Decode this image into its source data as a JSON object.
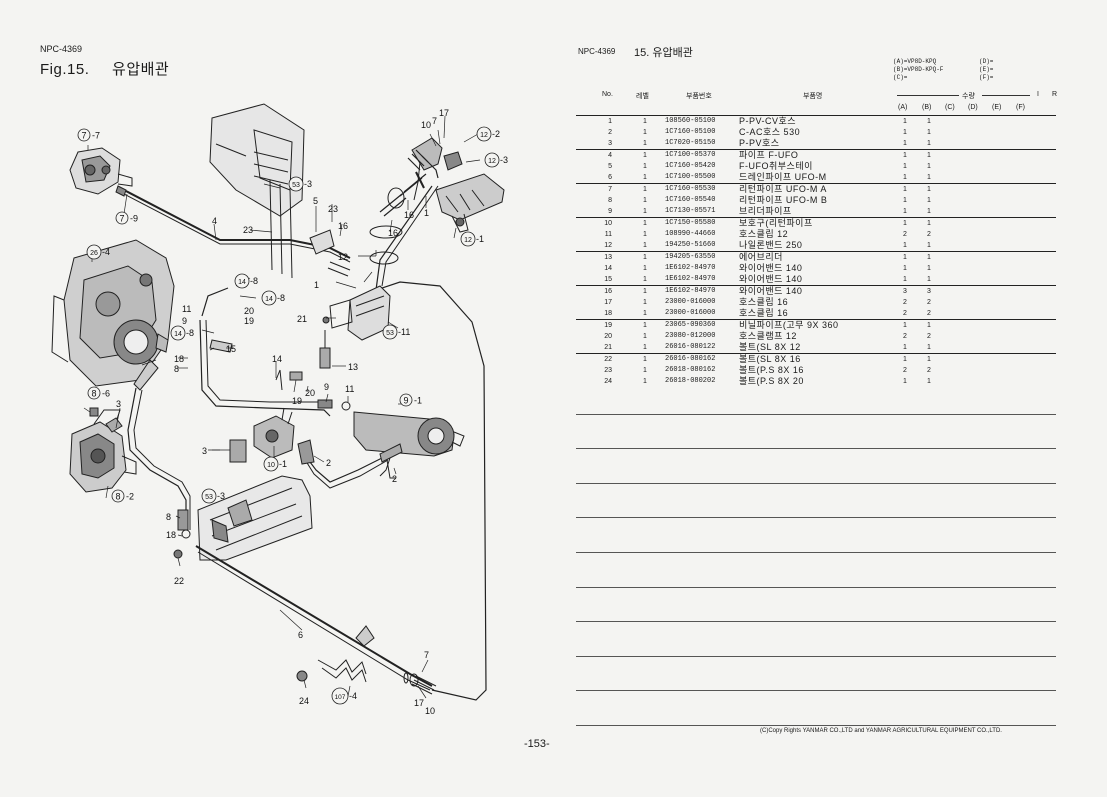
{
  "left": {
    "doc_code": "NPC-4369",
    "fig_label": "Fig.15.",
    "fig_title": "유압배관"
  },
  "diagram_labels": {
    "c7_7": "7",
    "c7_7s": "-7",
    "c7_9": "7",
    "c7_9s": "-9",
    "c26_4": "26",
    "c26_4s": "-4",
    "c14_8a": "14",
    "c14_8as": "-8",
    "c14_8b": "14",
    "c14_8bs": "-8",
    "c14_8c": "14",
    "c14_8cs": "-8",
    "c8_6": "8",
    "c8_6s": "-6",
    "c8_2": "8",
    "c8_2s": "-2",
    "c53_3a": "53",
    "c53_3as": "-3",
    "c53_3b": "53",
    "c53_3bs": "-3",
    "c53_11": "53",
    "c53_11s": "-11",
    "c12_2": "12",
    "c12_2s": "-2",
    "c12_3": "12",
    "c12_3s": "-3",
    "c12_1": "12",
    "c12_1s": "-1",
    "c10_1": "10",
    "c10_1s": "-1",
    "c9_1": "9",
    "c9_1s": "-1",
    "c107_4": "107",
    "c107_4s": "-4",
    "n4": "4",
    "n23a": "23",
    "n5": "5",
    "n23b": "23",
    "n16a": "16",
    "n16b": "16",
    "n16c": "16",
    "n1a": "1",
    "n1b": "1",
    "n10a": "10",
    "n7a": "7",
    "n17a": "17",
    "n12": "12",
    "n21": "21",
    "n11a": "11",
    "n9a": "9",
    "n20a": "20",
    "n19a": "19",
    "n18a": "18",
    "n8a": "8",
    "n15": "15",
    "n14": "14",
    "n13": "13",
    "n20b": "20",
    "n19b": "19",
    "n9b": "9",
    "n11b": "11",
    "n3a": "3",
    "n3b": "3",
    "n2a": "2",
    "n2b": "2",
    "n8b": "8",
    "n18b": "18",
    "n22": "22",
    "n6": "6",
    "n7b": "7",
    "n24": "24",
    "n17b": "17",
    "n10b": "10"
  },
  "right": {
    "doc_code": "NPC-4369",
    "section_title": "15.  유압배관",
    "model_codes": [
      {
        "left": "(A)=VP8D-KPQ",
        "right": "(D)="
      },
      {
        "left": "(B)=VP8D-KPQ-F",
        "right": "(E)="
      },
      {
        "left": "(C)=",
        "right": "(F)="
      }
    ],
    "headers": {
      "no": "No.",
      "level": "레벨",
      "part_number": "부품번호",
      "part_name": "부품명",
      "qty": "수량",
      "i": "I",
      "r": "R",
      "cols": [
        "(A)",
        "(B)",
        "(C)",
        "(D)",
        "(E)",
        "(F)"
      ]
    },
    "groups": [
      [
        {
          "no": "1",
          "level": "1",
          "part_no": "108560-05100",
          "name": "P-PV-CV호스",
          "qa": "1",
          "qb": "1"
        },
        {
          "no": "2",
          "level": "1",
          "part_no": "1C7160-05100",
          "name": "C-AC호스 530",
          "qa": "1",
          "qb": "1"
        },
        {
          "no": "3",
          "level": "1",
          "part_no": "1C7020-05150",
          "name": "P-PV호스",
          "qa": "1",
          "qb": "1"
        }
      ],
      [
        {
          "no": "4",
          "level": "1",
          "part_no": "1C7100-05370",
          "name": "파이프 F-UFO",
          "qa": "1",
          "qb": "1"
        },
        {
          "no": "5",
          "level": "1",
          "part_no": "1C7160-05420",
          "name": "F-UFO취부스테이",
          "qa": "1",
          "qb": "1"
        },
        {
          "no": "6",
          "level": "1",
          "part_no": "1C7100-05500",
          "name": "드레인파이프 UFO-M",
          "qa": "1",
          "qb": "1"
        }
      ],
      [
        {
          "no": "7",
          "level": "1",
          "part_no": "1C7160-05530",
          "name": "리턴파이프 UFO-M A",
          "qa": "1",
          "qb": "1"
        },
        {
          "no": "8",
          "level": "1",
          "part_no": "1C7160-05540",
          "name": "리턴파이프 UFO-M B",
          "qa": "1",
          "qb": "1"
        },
        {
          "no": "9",
          "level": "1",
          "part_no": "1C7130-05571",
          "name": "브리더파이프",
          "qa": "1",
          "qb": "1"
        }
      ],
      [
        {
          "no": "10",
          "level": "1",
          "part_no": "1C7150-05580",
          "name": "보호구(리턴파이프",
          "qa": "1",
          "qb": "1"
        },
        {
          "no": "11",
          "level": "1",
          "part_no": "108990-44660",
          "name": "호스클립 12",
          "qa": "2",
          "qb": "2"
        },
        {
          "no": "12",
          "level": "1",
          "part_no": "194250-51660",
          "name": "나일론밴드 250",
          "qa": "1",
          "qb": "1"
        }
      ],
      [
        {
          "no": "13",
          "level": "1",
          "part_no": "194205-63550",
          "name": "에어브리더",
          "qa": "1",
          "qb": "1"
        },
        {
          "no": "14",
          "level": "1",
          "part_no": "1E6102-84970",
          "name": "와이어밴드 140",
          "qa": "1",
          "qb": "1"
        },
        {
          "no": "15",
          "level": "1",
          "part_no": "1E6102-84970",
          "name": "와이어밴드 140",
          "qa": "1",
          "qb": "1"
        }
      ],
      [
        {
          "no": "16",
          "level": "1",
          "part_no": "1E6102-84970",
          "name": "와이어밴드 140",
          "qa": "3",
          "qb": "3"
        },
        {
          "no": "17",
          "level": "1",
          "part_no": "23000-016000",
          "name": "호스클립 16",
          "qa": "2",
          "qb": "2"
        },
        {
          "no": "18",
          "level": "1",
          "part_no": "23000-016000",
          "name": "호스클립 16",
          "qa": "2",
          "qb": "2"
        }
      ],
      [
        {
          "no": "19",
          "level": "1",
          "part_no": "23065-090360",
          "name": "비닐파이프(고무 9X 360",
          "qa": "1",
          "qb": "1"
        },
        {
          "no": "20",
          "level": "1",
          "part_no": "23080-012000",
          "name": "호스클램프 12",
          "qa": "2",
          "qb": "2"
        },
        {
          "no": "21",
          "level": "1",
          "part_no": "26016-080122",
          "name": "볼트(SL  8X 12",
          "qa": "1",
          "qb": "1"
        }
      ],
      [
        {
          "no": "22",
          "level": "1",
          "part_no": "26016-080162",
          "name": "볼트(SL  8X 16",
          "qa": "1",
          "qb": "1"
        },
        {
          "no": "23",
          "level": "1",
          "part_no": "26018-080162",
          "name": "볼트(P.S  8X 16",
          "qa": "2",
          "qb": "2"
        },
        {
          "no": "24",
          "level": "1",
          "part_no": "26018-080202",
          "name": "볼트(P.S  8X 20",
          "qa": "1",
          "qb": "1"
        }
      ]
    ]
  },
  "footer": {
    "copyright": "(C)Copy Rights  YANMAR CO.,LTD and YANMAR AGRICULTURAL EQUIPMENT CO.,LTD.",
    "page_number": "-153-"
  }
}
